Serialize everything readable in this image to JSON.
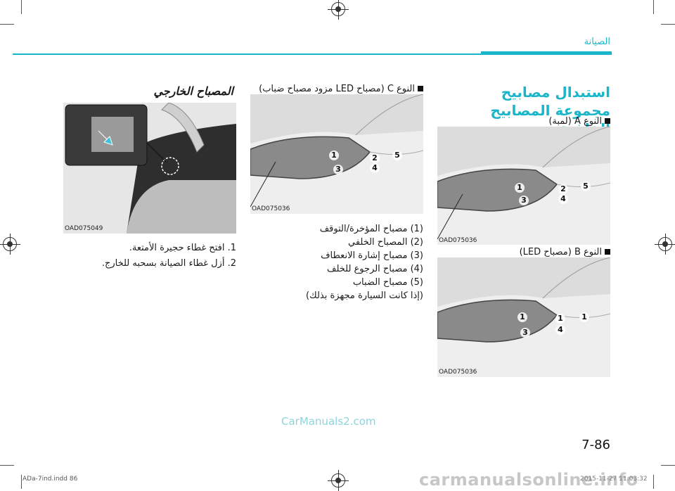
{
  "header": {
    "section_label": "الصيانة"
  },
  "right_column": {
    "title": "استبدال مصابيح مجموعة المصابيح الخلفية",
    "figure_a": {
      "caption": "النوع A (لمبة)",
      "code": "OAD075036",
      "labels": [
        "1",
        "2",
        "5",
        "3",
        "4"
      ]
    },
    "figure_b": {
      "caption": "النوع B (مصباح LED)",
      "code": "OAD075036",
      "labels": [
        "1",
        "1",
        "1",
        "3",
        "4"
      ]
    }
  },
  "middle_column": {
    "figure_c": {
      "caption": "النوع C (مصباح LED مزود مصباح ضباب)",
      "code": "OAD075036",
      "labels": [
        "1",
        "2",
        "5",
        "3",
        "4"
      ]
    },
    "list": [
      "(1) مصباح المؤخرة/التوقف",
      "(2) المصباح الخلفي",
      "(3) مصباح إشارة الانعطاف",
      "(4) مصباح الرجوع للخلف",
      "(5) مصباح الضباب",
      "(إذا كانت السيارة مجهزة بذلك)"
    ]
  },
  "left_column": {
    "title": "المصباح الخارجي",
    "figure": {
      "code": "OAD075049"
    },
    "steps": [
      "1. افتح غطاء حجيرة الأمتعة.",
      "2. أزل غطاء الصيانة بسحبه للخارج."
    ]
  },
  "page_number": "7-86",
  "watermark_top": "CarManuals2.com",
  "watermark_bottom": "carmanualsonline.info",
  "footer": {
    "file": "ADa-7ind.indd   86",
    "date": "2015-11-27   11:03:32"
  },
  "colors": {
    "accent": "#1bb5c9"
  }
}
